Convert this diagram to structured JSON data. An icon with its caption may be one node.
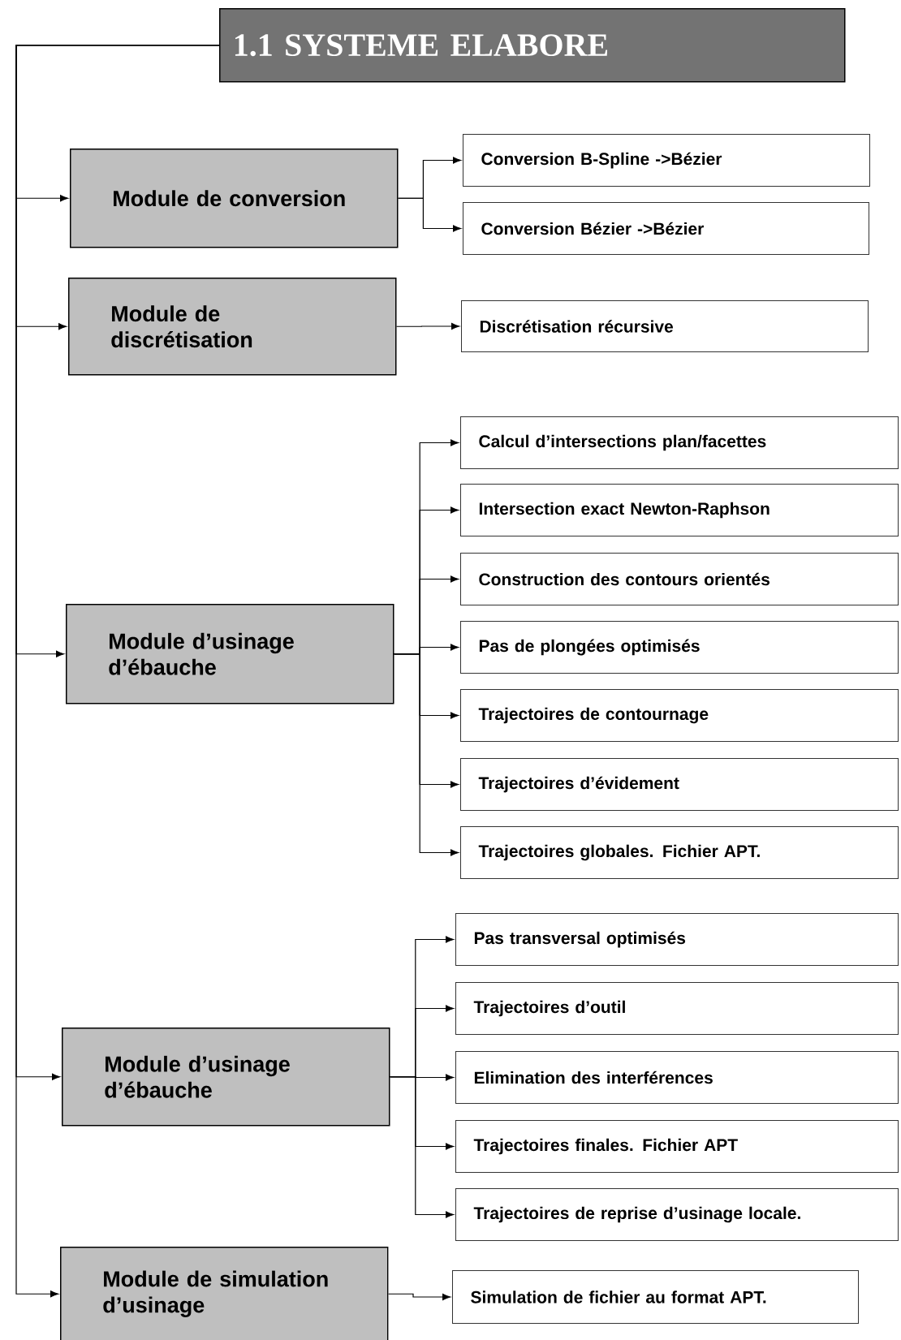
{
  "diagram": {
    "nodes": [
      {
        "text": [
          "1.1 SYSTEME ELABORE"
        ]
      },
      {
        "text": [
          "Module de conversion"
        ]
      },
      {
        "text": [
          "Conversion B-Spline ->Bézier"
        ]
      },
      {
        "text": [
          "Conversion Bézier ->Bézier"
        ]
      },
      {
        "text": [
          "Module de discrétisation"
        ]
      },
      {
        "text": [
          "Discrétisation récursive"
        ]
      },
      {
        "text": [
          "Module d’usinage d’ébauche"
        ]
      },
      {
        "text": [
          "Calcul d’intersections plan/facettes"
        ]
      },
      {
        "text": [
          "Intersection exact Newton-Raphson"
        ]
      },
      {
        "text": [
          "Construction des contours orientés"
        ]
      },
      {
        "text": [
          "Pas de plongées optimisés"
        ]
      },
      {
        "text": [
          "Trajectoires de contournage"
        ]
      },
      {
        "text": [
          "Trajectoires d’évidement"
        ]
      },
      {
        "text": [
          "Trajectoires globales. Fichier APT."
        ]
      },
      {
        "text": [
          "Module d’usinage d’ébauche"
        ]
      },
      {
        "text": [
          "Pas transversal optimisés"
        ]
      },
      {
        "text": [
          "Trajectoires d’outil"
        ]
      },
      {
        "text": [
          "Elimination des interférences"
        ]
      },
      {
        "text": [
          "Trajectoires finales. Fichier APT"
        ]
      },
      {
        "text": [
          "Trajectoires de reprise d’usinage locale."
        ]
      },
      {
        "text": [
          "Module de simulation d’usinage"
        ]
      },
      {
        "text": [
          "Simulation de fichier au format APT."
        ]
      }
    ],
    "edges": [
      {
        "from": 0,
        "to": 1,
        "arrow": "to"
      },
      {
        "from": 0,
        "to": 4,
        "arrow": "to"
      },
      {
        "from": 0,
        "to": 6,
        "arrow": "to"
      },
      {
        "from": 0,
        "to": 14,
        "arrow": "to"
      },
      {
        "from": 0,
        "to": 20,
        "arrow": "to"
      },
      {
        "from": 1,
        "to": 2,
        "arrow": "to"
      },
      {
        "from": 1,
        "to": 3,
        "arrow": "to"
      },
      {
        "from": 4,
        "to": 5,
        "arrow": "to"
      },
      {
        "from": 6,
        "to": 7,
        "arrow": "to"
      },
      {
        "from": 6,
        "to": 8,
        "arrow": "to"
      },
      {
        "from": 6,
        "to": 9,
        "arrow": "to"
      },
      {
        "from": 6,
        "to": 10,
        "arrow": "to"
      },
      {
        "from": 6,
        "to": 11,
        "arrow": "to"
      },
      {
        "from": 6,
        "to": 12,
        "arrow": "to"
      },
      {
        "from": 6,
        "to": 13,
        "arrow": "to"
      },
      {
        "from": 14,
        "to": 15,
        "arrow": "to"
      },
      {
        "from": 14,
        "to": 16,
        "arrow": "to"
      },
      {
        "from": 14,
        "to": 17,
        "arrow": "to"
      },
      {
        "from": 14,
        "to": 18,
        "arrow": "to"
      },
      {
        "from": 14,
        "to": 19,
        "arrow": "to"
      },
      {
        "from": 20,
        "to": 21,
        "arrow": "to"
      }
    ]
  }
}
